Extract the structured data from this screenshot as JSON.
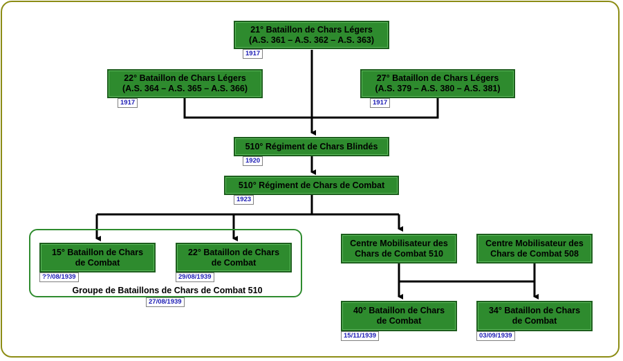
{
  "nodes": {
    "bcl21": {
      "line1": "21° Bataillon de Chars Légers",
      "line2": "(A.S. 361 – A.S. 362 – A.S. 363)",
      "date": "1917"
    },
    "bcl22": {
      "line1": "22° Bataillon de Chars Légers",
      "line2": "(A.S. 364 – A.S. 365 – A.S. 366)",
      "date": "1917"
    },
    "bcl27": {
      "line1": "27° Bataillon de Chars Légers",
      "line2": "(A.S. 379 – A.S. 380 – A.S. 381)",
      "date": "1917"
    },
    "rcb510": {
      "line1": "510° Régiment de Chars Blindés",
      "date": "1920"
    },
    "rcc510": {
      "line1": "510° Régiment de Chars de Combat",
      "date": "1923"
    },
    "bcc15": {
      "line1": "15° Bataillon de Chars",
      "line2": "de Combat",
      "date": "??/08/1939"
    },
    "bcc22": {
      "line1": "22° Bataillon de Chars",
      "line2": "de Combat",
      "date": "29/08/1939"
    },
    "cm510": {
      "line1": "Centre Mobilisateur des",
      "line2": "Chars de Combat 510"
    },
    "cm508": {
      "line1": "Centre Mobilisateur des",
      "line2": "Chars de Combat 508"
    },
    "bcc40": {
      "line1": "40° Bataillon de Chars",
      "line2": "de Combat",
      "date": "15/11/1939"
    },
    "bcc34": {
      "line1": "34° Bataillon de Chars",
      "line2": "de Combat",
      "date": "03/09/1939"
    }
  },
  "group": {
    "label": "Groupe de Bataillons de Chars de Combat 510",
    "date": "27/08/1939"
  },
  "colors": {
    "node_fill": "#2e8b2e",
    "frame_border": "#8c8c14",
    "date_text": "#1a1ab4",
    "edge": "#000000"
  }
}
